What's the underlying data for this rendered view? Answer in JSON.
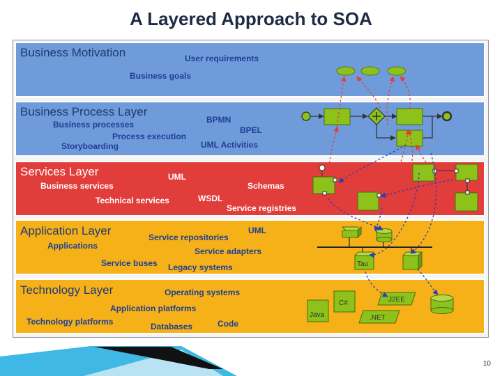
{
  "title": "A Layered Approach to SOA",
  "layers": {
    "business_motivation": {
      "title": "Business Motivation",
      "labels": [
        "User requirements",
        "Business goals"
      ]
    },
    "business_process": {
      "title": "Business Process Layer",
      "labels": [
        "Business processes",
        "BPMN",
        "BPEL",
        "Process execution",
        "Storyboarding",
        "UML Activities"
      ]
    },
    "services": {
      "title": "Services Layer",
      "labels": [
        "UML",
        "Business services",
        "Schemas",
        "Technical services",
        "WSDL",
        "Service registries"
      ]
    },
    "application": {
      "title": "Application Layer",
      "labels": [
        "Service repositories",
        "UML",
        "Applications",
        "Service adapters",
        "Service buses",
        "Legacy systems"
      ]
    },
    "technology": {
      "title": "Technology Layer",
      "labels": [
        "Operating systems",
        "Application platforms",
        "Technology platforms",
        "Databases",
        "Code"
      ]
    }
  },
  "diagram_nodes": {
    "csharp": "C#",
    "java": "Java",
    "j2ee": "J2EE",
    "dotnet": ".NET",
    "tau": "Tau"
  },
  "colors": {
    "business": "#6f9bdb",
    "services": "#e13d3a",
    "application": "#f6b119",
    "green": "#8cc21a",
    "arrow_red": "#e0403a",
    "arrow_blue": "#2b3fb0"
  },
  "page_number": "10"
}
